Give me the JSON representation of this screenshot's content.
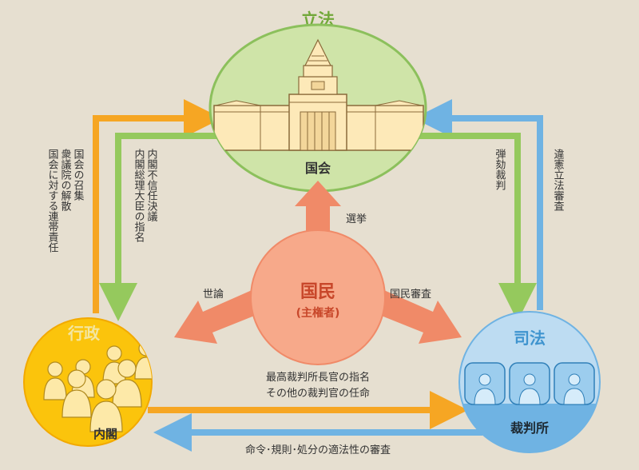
{
  "legislature": {
    "title": "立法",
    "body_label": "国会"
  },
  "executive": {
    "title": "行政",
    "body_label": "内閣"
  },
  "judiciary": {
    "title": "司法",
    "body_label": "裁判所"
  },
  "people": {
    "title": "国民",
    "subtitle": "(主権者)"
  },
  "relations": {
    "election": "選挙",
    "public_opinion": "世論",
    "national_review": "国民審査",
    "exec_to_diet": [
      "国会の召集",
      "衆議院の解散",
      "国会に対する連帯責任"
    ],
    "diet_to_exec": [
      "内閣不信任決議",
      "内閣総理大臣の指名"
    ],
    "diet_to_court": [
      "弾劾裁判"
    ],
    "court_to_diet": [
      "違憲立法審査"
    ],
    "exec_to_court": [
      "最高裁判所長官の指名",
      "その他の裁判官の任命"
    ],
    "court_to_exec": "命令･規則･処分の適法性の審査"
  },
  "colors": {
    "background": "#e6dfd0",
    "legislature_fill": "#cfe4a8",
    "legislature_stroke": "#8cc05c",
    "legislature_title": "#72a83a",
    "executive_fill": "#fbc40c",
    "executive_title": "#f3e6a0",
    "judiciary_fill": "#bddcf2",
    "judiciary_stroke": "#6fb3e3",
    "judiciary_title": "#3f94cf",
    "people_fill": "#f7a98a",
    "people_arrow": "#f08a68",
    "people_text": "#c8472a",
    "orange_arrow": "#f6a623",
    "green_arrow": "#95c95d",
    "blue_arrow": "#6fb3e3",
    "text_dark": "#333333"
  }
}
